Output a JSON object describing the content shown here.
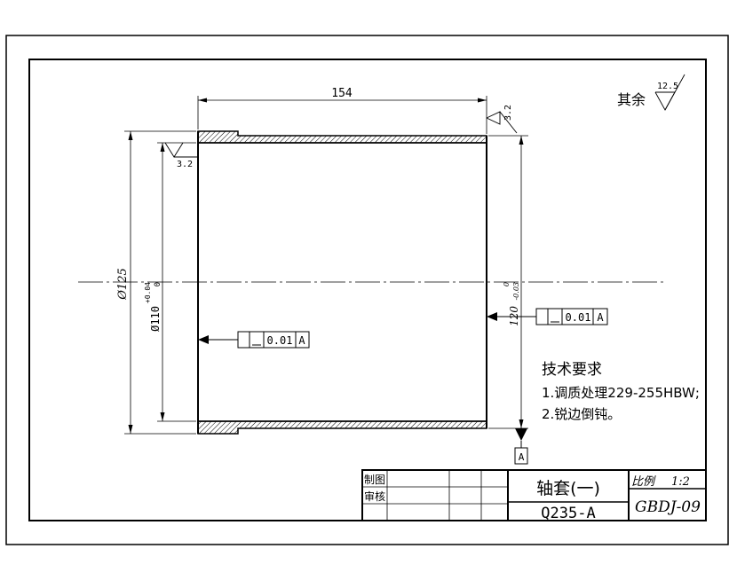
{
  "overall_length": "154",
  "outer_diameter": "Ø125",
  "bore_diameter": "Ø110",
  "bore_tol_upper": "+0.04",
  "bore_tol_lower": "0",
  "flange_diameter": "120",
  "flange_tol_upper": "0",
  "flange_tol_lower": "-0.03",
  "roughness_left": "3.2",
  "roughness_right": "3.2",
  "other_surfaces_label": "其余",
  "other_surfaces_value": "12.5",
  "tolerance_left": "0.01",
  "tolerance_right": "0.01",
  "datum": "A",
  "tech_requirements": {
    "heading": "技术要求",
    "items": [
      "1.调质处理229-255HBW;",
      "2.锐边倒钝。"
    ]
  },
  "title_block": {
    "drawn_label": "制图",
    "checked_label": "审核",
    "part_name": "轴套(一)",
    "material": "Q235-A",
    "scale_label": "比例",
    "scale_value": "1:2",
    "drawing_number": "GBDJ-09"
  }
}
